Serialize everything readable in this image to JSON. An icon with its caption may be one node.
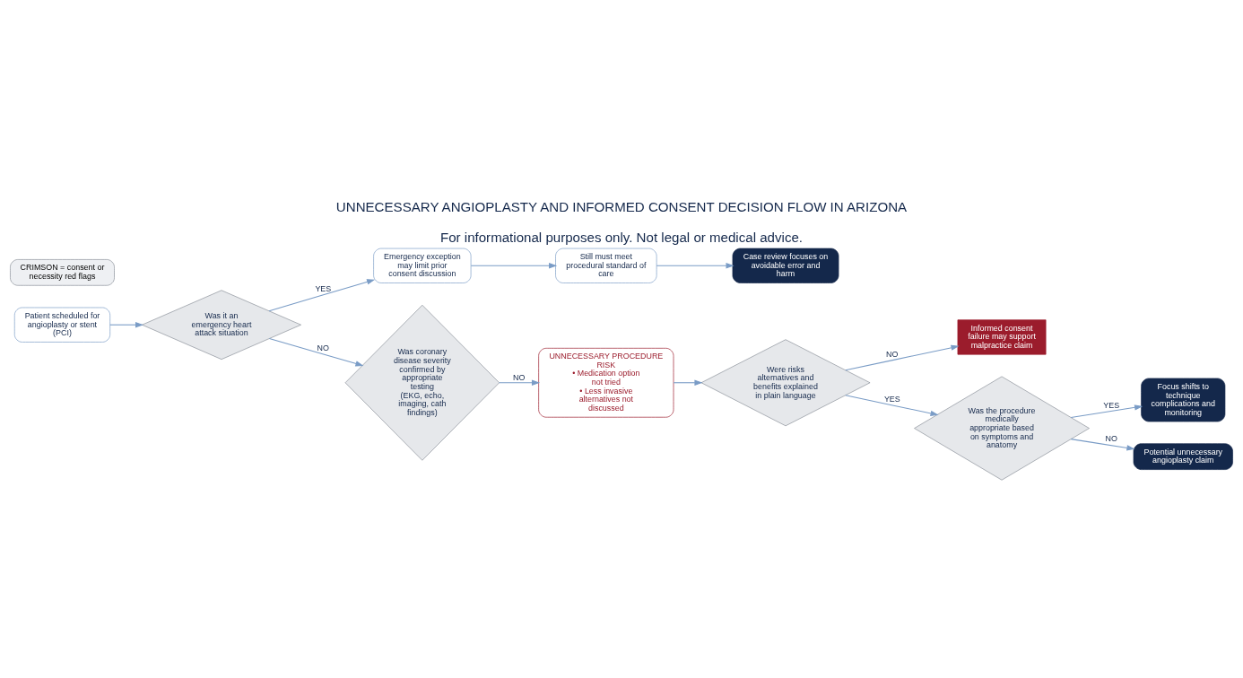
{
  "diagram": {
    "title": "UNNECESSARY ANGIOPLASTY AND INFORMED CONSENT DECISION FLOW IN ARIZONA",
    "caption": "For informational purposes only. Not legal or medical advice.",
    "nodes": [
      {
        "text": [
          "Patient scheduled for angioplasty or stent (PCI)"
        ]
      },
      {
        "text": [
          "Was it an emergency heart attack situation"
        ]
      },
      {
        "text": [
          "Emergency exception may limit prior consent discussion"
        ]
      },
      {
        "text": [
          "Still must meet procedural standard of care"
        ]
      },
      {
        "text": [
          "Case review focuses on avoidable error and harm"
        ]
      },
      {
        "text": [
          "Was coronary disease severity confirmed by appropriate testing",
          "(EKG, echo, imaging, cath findings)"
        ]
      },
      {
        "text": [
          "UNNECESSARY PROCEDURE RISK",
          "• Medication option not tried",
          "• Less invasive alternatives not discussed"
        ]
      },
      {
        "text": [
          "Were risks alternatives and benefits explained in plain language"
        ]
      },
      {
        "text": [
          "Informed consent failure may support malpractice claim"
        ]
      },
      {
        "text": [
          "Was the procedure medically appropriate based on symptoms and anatomy"
        ]
      },
      {
        "text": [
          "Focus shifts to technique complications and monitoring"
        ]
      },
      {
        "text": [
          "Potential unnecessary angioplasty claim"
        ]
      }
    ],
    "edges": [
      {
        "from": 0,
        "to": 1,
        "arrow": "to"
      },
      {
        "from": 1,
        "to": 2,
        "arrow": "to",
        "label": "YES"
      },
      {
        "from": 2,
        "to": 3,
        "arrow": "to"
      },
      {
        "from": 3,
        "to": 4,
        "arrow": "to"
      },
      {
        "from": 1,
        "to": 5,
        "arrow": "to",
        "label": "NO"
      },
      {
        "from": 5,
        "to": 6,
        "arrow": "to",
        "label": "NO"
      },
      {
        "from": 6,
        "to": 7,
        "arrow": "to"
      },
      {
        "from": 7,
        "to": 9,
        "arrow": "to",
        "label": "YES"
      },
      {
        "from": 7,
        "to": 8,
        "arrow": "to",
        "label": "NO"
      },
      {
        "from": 9,
        "to": 10,
        "arrow": "to",
        "label": "YES"
      },
      {
        "from": 9,
        "to": 11,
        "arrow": "to",
        "label": "NO"
      }
    ],
    "labels": [
      "CRIMSON = consent or necessity red flags"
    ]
  }
}
